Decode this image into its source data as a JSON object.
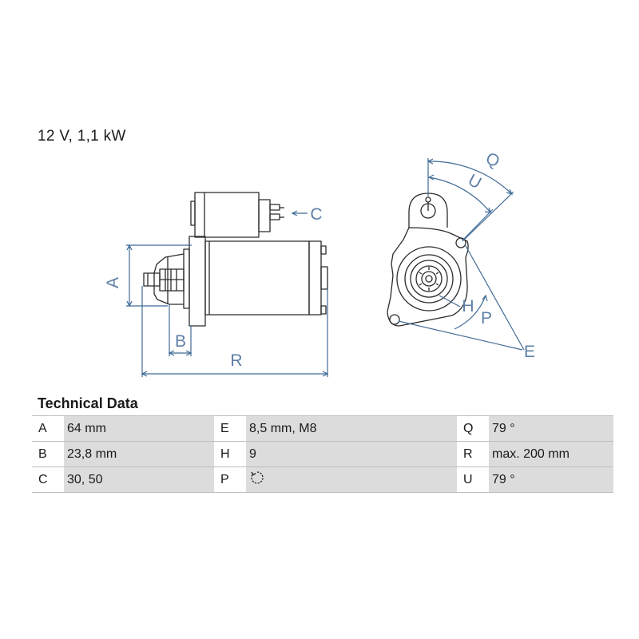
{
  "spec": "12 V, 1,1 kW",
  "labels": {
    "A": "A",
    "B": "B",
    "C": "C",
    "R": "R",
    "Q": "Q",
    "U": "U",
    "H": "H",
    "P": "P",
    "E": "E"
  },
  "table": {
    "title": "Technical Data",
    "rows": [
      [
        {
          "key": "A",
          "value": "64 mm"
        },
        {
          "key": "E",
          "value": "8,5 mm, M8"
        },
        {
          "key": "Q",
          "value": "79 °"
        }
      ],
      [
        {
          "key": "B",
          "value": "23,8 mm"
        },
        {
          "key": "H",
          "value": "9"
        },
        {
          "key": "R",
          "value": "max. 200 mm"
        }
      ],
      [
        {
          "key": "C",
          "value": "30, 50"
        },
        {
          "key": "P",
          "value": "",
          "icon": "clockwise-rotation-icon"
        },
        {
          "key": "U",
          "value": "79 °"
        }
      ]
    ]
  },
  "colors": {
    "dimension_line": "#3f6a95",
    "dimension_label": "#5e7fa6",
    "value_cell_bg": "#dcdcdc"
  }
}
